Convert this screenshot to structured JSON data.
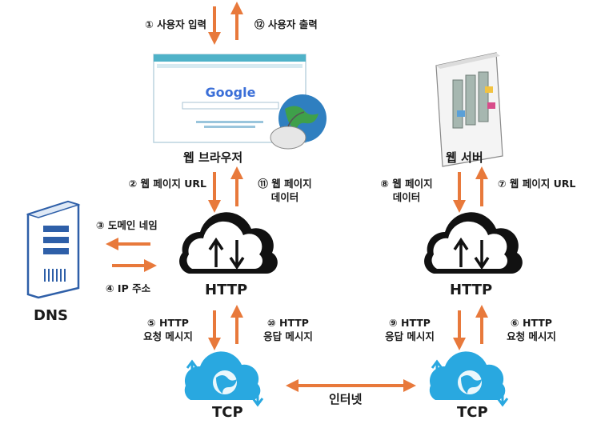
{
  "nodes": {
    "browser": "웹 브라우저",
    "server": "웹 서버",
    "dns": "DNS",
    "http_left": "HTTP",
    "http_right": "HTTP",
    "tcp_left": "TCP",
    "tcp_right": "TCP",
    "internet": "인터넷",
    "google_logo": "Google"
  },
  "steps": {
    "s1": "① 사용자 입력",
    "s2": "② 웹 페이지 URL",
    "s3": "③ 도메인 네임",
    "s4": "④ IP 주소",
    "s5a": "⑤ HTTP",
    "s5b": "요청 메시지",
    "s6a": "⑥ HTTP",
    "s6b": "요청 메시지",
    "s7": "⑦ 웹 페이지 URL",
    "s8a": "⑧ 웹 페이지",
    "s8b": "데이터",
    "s9a": "⑨ HTTP",
    "s9b": "응답 메시지",
    "s10a": "⑩ HTTP",
    "s10b": "응답 메시지",
    "s11a": "⑪ 웹 페이지",
    "s11b": "데이터",
    "s12": "⑫ 사용자 출력"
  },
  "colors": {
    "arrow": "#e8793b",
    "cloud_black": "#111111",
    "cloud_blue": "#29a8e0",
    "dns_blue": "#2e5fa8"
  }
}
